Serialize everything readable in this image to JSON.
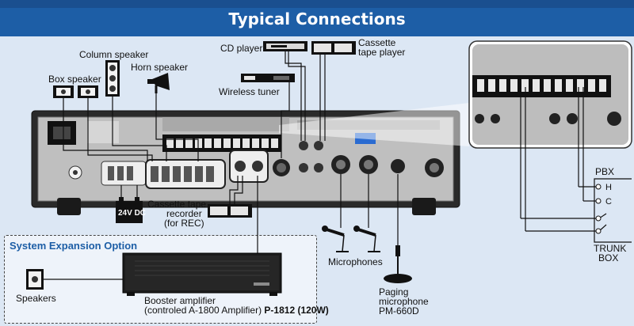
{
  "title": "Typical Connections",
  "colors": {
    "title_bg": "#1d5ea6",
    "page_bg": "#dce7f4",
    "panel_bg": "#2b2b2b",
    "connector": "#d9d9d9"
  },
  "devices": {
    "column_speaker": "Column speaker",
    "horn_speaker": "Horn speaker",
    "box_speaker": "Box speaker",
    "cd_player": "CD player",
    "cassette_player_line1": "Cassette",
    "cassette_player_line2": "tape player",
    "wireless_tuner": "Wireless tuner",
    "cassette_recorder_line1": "Cassette tape",
    "cassette_recorder_line2": "recorder",
    "cassette_recorder_line3": "(for REC)",
    "power_label": "24V DC",
    "microphones": "Microphones",
    "paging_line1": "Paging",
    "paging_line2": "microphone",
    "paging_line3": "PM-660D"
  },
  "trunk": {
    "pbx": "PBX",
    "h": "H",
    "c": "C",
    "trunk_line1": "TRUNK",
    "trunk_line2": "BOX"
  },
  "expansion": {
    "title": "System Expansion Option",
    "speakers": "Speakers",
    "booster_line1": "Booster amplifier",
    "booster_line2_prefix": "(controled A-1800 Amplifier)",
    "booster_model": "P-1812 (120W)"
  }
}
